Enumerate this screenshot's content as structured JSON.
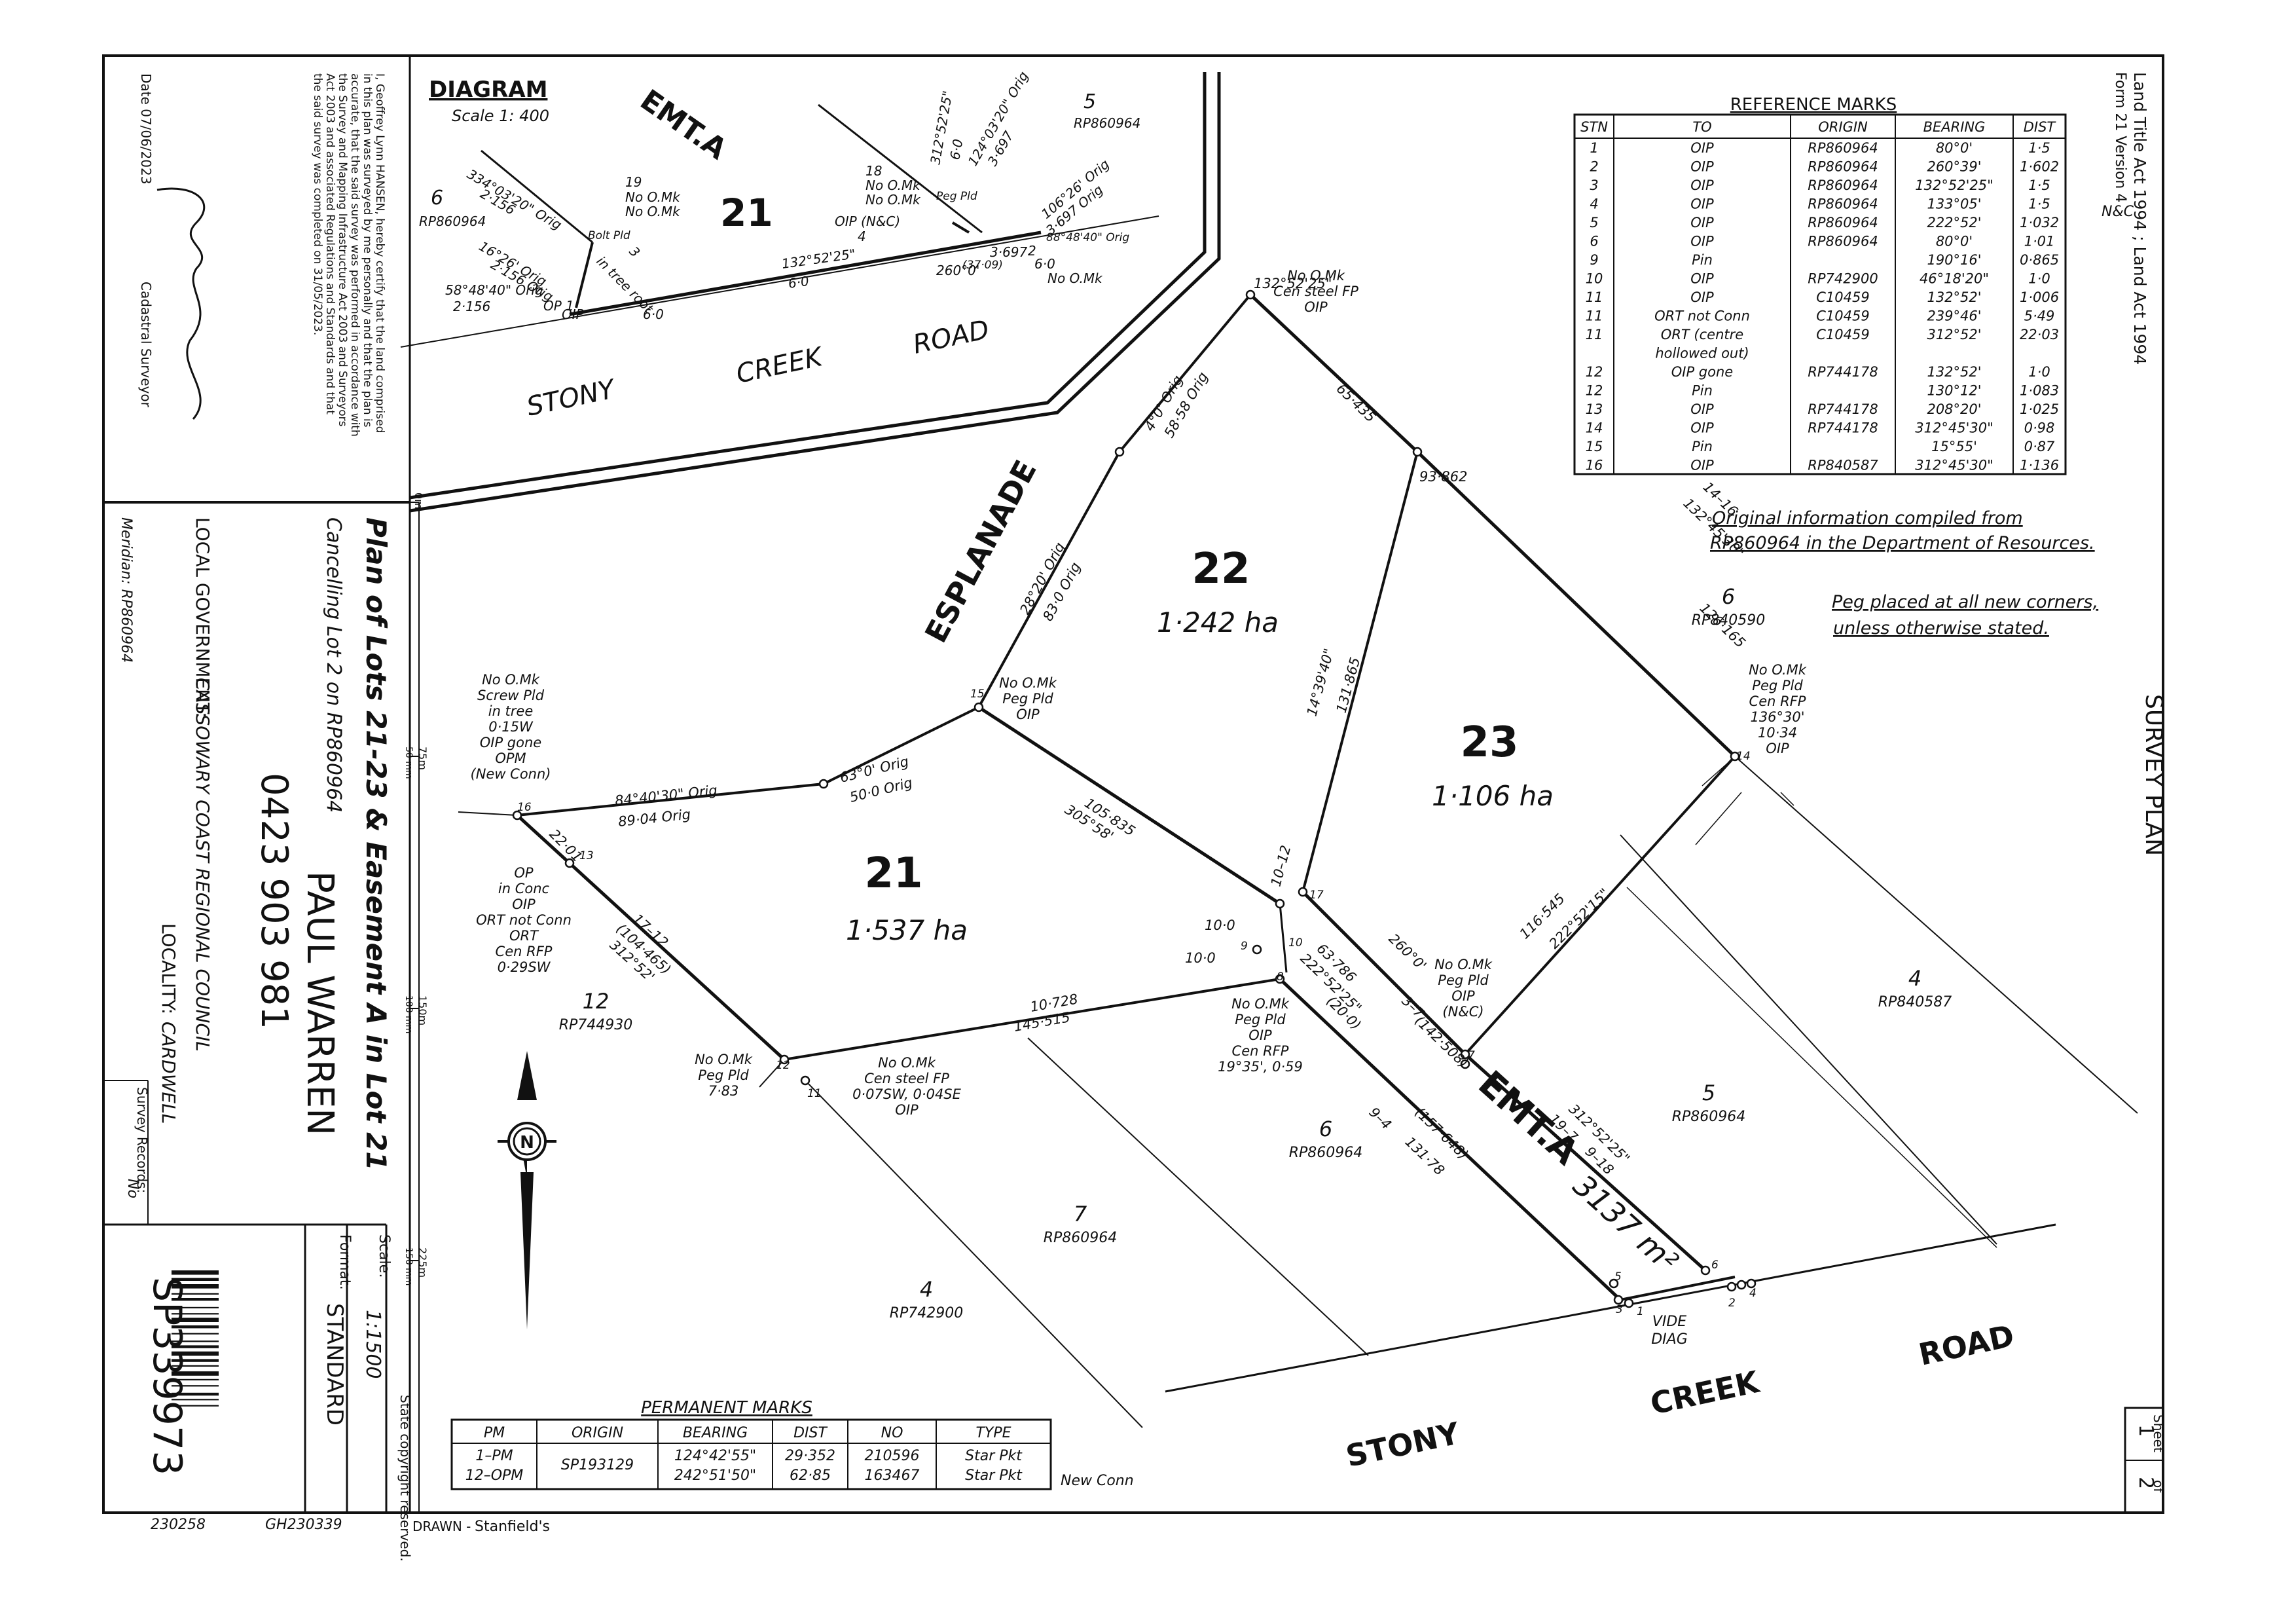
{
  "header": {
    "acts": "Land Title Act 1994 ; Land Act 1994",
    "form": "Form 21 Version 4",
    "survey_plan": "SURVEY PLAN"
  },
  "certificate": {
    "text": [
      "I, Geoffrey Lynn HANSEN, hereby certify that the land comprised",
      "in this plan was surveyed by me personally and that the plan is",
      "accurate, that the said survey was performed in accordance with",
      "the Survey and Mapping Infrastructure Act 2003 and Surveyors",
      "Act 2003 and associated Regulations and Standards and that",
      "the said survey was completed on 31/05/2023."
    ],
    "date": "Date 07/06/2023",
    "role": "Cadastral Surveyor"
  },
  "title_block": {
    "title": "Plan of Lots 21-23 & Easement A in Lot 21",
    "cancelling": "Cancelling Lot 2 on RP860964",
    "handwritten_name": "PAUL WARREN",
    "handwritten_phone": "0423 903 981",
    "local_government_label": "LOCAL GOVERNMENT:",
    "local_government_value": "CASSOWARY COAST REGIONAL COUNCIL",
    "locality_label": "LOCALITY:",
    "locality_value": "CARDWELL",
    "meridian": "Meridian: RP860964",
    "survey_records_label": "Survey Records:",
    "survey_records_value": "No",
    "scale_label": "Scale:",
    "scale_value": "1:1500",
    "format_label": "Format:",
    "format_value": "STANDARD",
    "copyright": "State copyright reserved.",
    "plan_number": "SP339973",
    "sheet_label": "Sheet",
    "sheet_number": "1",
    "sheet_of": "of",
    "sheet_total": "2",
    "footer_codes": [
      "230258",
      "GH230339"
    ],
    "drawn_label": "DRAWN -",
    "drawn_value": "Stanfield's",
    "scale_bar_ticks": [
      "0m",
      "75m",
      "150m",
      "225m"
    ],
    "scale_bar_mm": [
      "50 mm",
      "100 mm",
      "150 mm"
    ]
  },
  "diagram": {
    "title": "DIAGRAM",
    "scale": "Scale 1: 400",
    "emt": "EMT.A",
    "lot": "21",
    "road_words": [
      "STONY",
      "CREEK",
      "ROAD"
    ],
    "labels": [
      "6",
      "RP860964",
      "5",
      "RP860964",
      "334°03'20\" Orig",
      "2·156",
      "16°26' Orig",
      "2·156 Orig",
      "58°48'40\" Orig",
      "2·156",
      "OP 1",
      "OIP",
      "6·0",
      "19",
      "No O.Mk",
      "No O.Mk",
      "Bolt Pld",
      "in tree root",
      "3",
      "132°52'25\"",
      "6·0",
      "(37·09)",
      "260°0'",
      "18",
      "No O.Mk",
      "No O.Mk",
      "Peg Pld",
      "OIP (N&C)",
      "4",
      "312°52'25\"",
      "6·0",
      "124°03'20\" Orig",
      "3·697",
      "106°26' Orig",
      "3·697 Orig",
      "88°48'40\" Orig",
      "3·697",
      "2",
      "6·0",
      "No O.Mk",
      "Peg Pld",
      "OIP"
    ]
  },
  "reference_marks": {
    "title": "REFERENCE MARKS",
    "columns": [
      "STN",
      "TO",
      "ORIGIN",
      "BEARING",
      "DIST"
    ],
    "rows": [
      [
        "1",
        "OIP",
        "RP860964",
        "80°0'",
        "1·5"
      ],
      [
        "2",
        "OIP",
        "RP860964",
        "260°39'",
        "1·602"
      ],
      [
        "3",
        "OIP",
        "RP860964",
        "132°52'25\"",
        "1·5"
      ],
      [
        "4",
        "OIP",
        "RP860964",
        "133°05'",
        "1·5"
      ],
      [
        "5",
        "OIP",
        "RP860964",
        "222°52'",
        "1·032"
      ],
      [
        "6",
        "OIP",
        "RP860964",
        "80°0'",
        "1·01"
      ],
      [
        "9",
        "Pin",
        "",
        "190°16'",
        "0·865"
      ],
      [
        "10",
        "OIP",
        "RP742900",
        "46°18'20\"",
        "1·0"
      ],
      [
        "11",
        "OIP",
        "C10459",
        "132°52'",
        "1·006"
      ],
      [
        "11",
        "ORT not Conn",
        "C10459",
        "239°46'",
        "5·49"
      ],
      [
        "11",
        "ORT (centre hollowed out)",
        "C10459",
        "312°52'",
        "22·03"
      ],
      [
        "12",
        "OIP gone",
        "RP744178",
        "132°52'",
        "1·0"
      ],
      [
        "12",
        "Pin",
        "",
        "130°12'",
        "1·083"
      ],
      [
        "13",
        "OIP",
        "RP744178",
        "208°20'",
        "1·025"
      ],
      [
        "14",
        "OIP",
        "RP744178",
        "312°45'30\"",
        "0·98"
      ],
      [
        "15",
        "Pin",
        "",
        "15°55'",
        "0·87"
      ],
      [
        "16",
        "OIP",
        "RP840587",
        "312°45'30\"",
        "1·136"
      ]
    ],
    "note_nc": "N&C"
  },
  "notes": {
    "original_info": [
      "Original information compiled from",
      "RP860964 in the Department of Resources."
    ],
    "peg_placed": [
      "Peg placed at all new corners,",
      "unless otherwise stated."
    ]
  },
  "lots": [
    {
      "number": "21",
      "area": "1·537 ha"
    },
    {
      "number": "22",
      "area": "1·242 ha"
    },
    {
      "number": "23",
      "area": "1·106 ha"
    }
  ],
  "easement": {
    "label": "EMT.A",
    "area": "3137 m²"
  },
  "roads": {
    "esplanade": "ESPLANADE",
    "stony": "STONY",
    "creek": "CREEK",
    "road": "ROAD"
  },
  "adjoining": [
    {
      "lot": "6",
      "plan": "RP840590"
    },
    {
      "lot": "4",
      "plan": "RP840587"
    },
    {
      "lot": "5",
      "plan": "RP860964"
    },
    {
      "lot": "6",
      "plan": "RP860964"
    },
    {
      "lot": "7",
      "plan": "RP860964"
    },
    {
      "lot": "4",
      "plan": "RP742900"
    },
    {
      "lot": "12",
      "plan": "RP744930"
    }
  ],
  "station_notes": {
    "s14": [
      "No O.Mk",
      "Cen steel FP",
      "OIP"
    ],
    "s16": [
      "No O.Mk",
      "Peg Pld",
      "Cen RFP",
      "136°30'",
      "10·34",
      "OIP"
    ],
    "s13": [
      "No O.Mk",
      "Peg Pld",
      "OIP"
    ],
    "s12": [
      "No O.Mk",
      "Screw Pld",
      "in tree",
      "0·15W",
      "OIP gone",
      "OPM",
      "(New Conn)"
    ],
    "s11": [
      "OP",
      "in Conc",
      "OIP",
      "ORT not Conn",
      "ORT",
      "Cen RFP",
      "0·29SW"
    ],
    "s17": [
      "No O.Mk",
      "Peg Pld",
      "7·83"
    ],
    "s10": [
      "No O.Mk",
      "Cen steel FP",
      "0·07SW, 0·04SE",
      "OIP"
    ],
    "s6": [
      "No O.Mk",
      "Peg Pld",
      "OIP",
      "Cen RFP",
      "19°35', 0·59"
    ],
    "s5": [
      "No O.Mk",
      "Peg Pld",
      "OIP",
      "(N&C)"
    ],
    "vide": [
      "VIDE",
      "DIAG"
    ],
    "new_conn": "New Conn"
  },
  "bearings": [
    "65·435",
    "132°45'30\"",
    "14–16",
    "126·165",
    "14°39'40\"",
    "131·865",
    "116·545",
    "222°52'15\"",
    "4°0' Orig",
    "58·58 Orig",
    "28°20' Orig",
    "83·0 Orig",
    "63°0' Orig",
    "50·0 Orig",
    "84°40'30\" Orig",
    "89·04 Orig",
    "105·835",
    "305°58'",
    "22·01",
    "17–12",
    "(104·465)",
    "312°52'",
    "10–12",
    "10·0",
    "10·0",
    "10·728",
    "145·515",
    "260°0'",
    "63·786",
    "222°52'25\"",
    "(20·0)",
    "3–7",
    "(142·508)",
    "9–4",
    "(157·648)",
    "131·78",
    "312°52'25\"",
    "19–7",
    "9–18",
    "132°52'25\"",
    "93·862",
    "14",
    "15",
    "16",
    "13",
    "12",
    "11",
    "17",
    "10",
    "9",
    "8",
    "7",
    "6",
    "5",
    "4",
    "3",
    "2",
    "1",
    "18",
    "19"
  ],
  "permanent_marks": {
    "title": "PERMANENT MARKS",
    "columns": [
      "PM",
      "ORIGIN",
      "BEARING",
      "DIST",
      "NO",
      "TYPE"
    ],
    "rows": [
      [
        "1–PM",
        "SP193129",
        "124°42'55\"",
        "29·352",
        "210596",
        "Star Pkt"
      ],
      [
        "12–OPM",
        "",
        "242°51'50\"",
        "62·85",
        "163467",
        "Star Pkt"
      ]
    ]
  },
  "north": "N"
}
